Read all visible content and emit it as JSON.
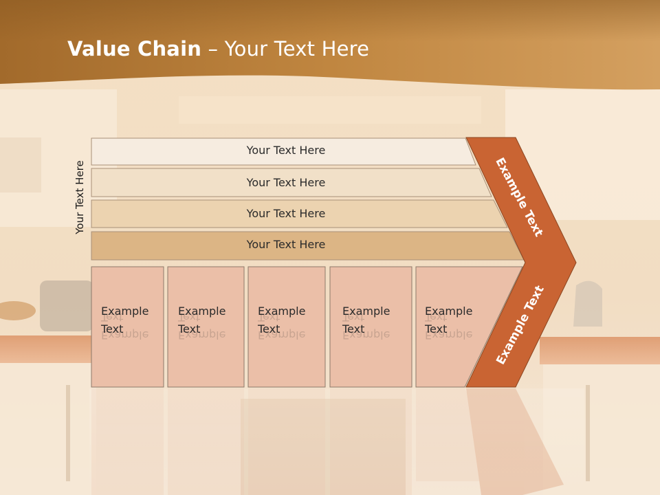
{
  "slide": {
    "title_bold": "Value Chain",
    "title_rest": " – Your Text Here",
    "side_label": "Your Text Here",
    "bars": [
      {
        "label": "Your Text Here"
      },
      {
        "label": "Your Text Here"
      },
      {
        "label": "Your Text Here"
      },
      {
        "label": "Your Text Here"
      }
    ],
    "boxes": [
      {
        "label": "Example Text"
      },
      {
        "label": "Example Text"
      },
      {
        "label": "Example Text"
      },
      {
        "label": "Example Text"
      },
      {
        "label": "Example Text"
      }
    ],
    "chevron_top": "Example Text",
    "chevron_bottom": "Example Text"
  },
  "colors": {
    "header": "#b77a36",
    "bar_1": "#f6ece0",
    "bar_2": "#f1e0c8",
    "bar_3": "#ecd3b0",
    "bar_4": "#dcb585",
    "box_fill": "#ebbfa8",
    "chevron_fill": "#c96433",
    "title_text": "#ffffff"
  }
}
